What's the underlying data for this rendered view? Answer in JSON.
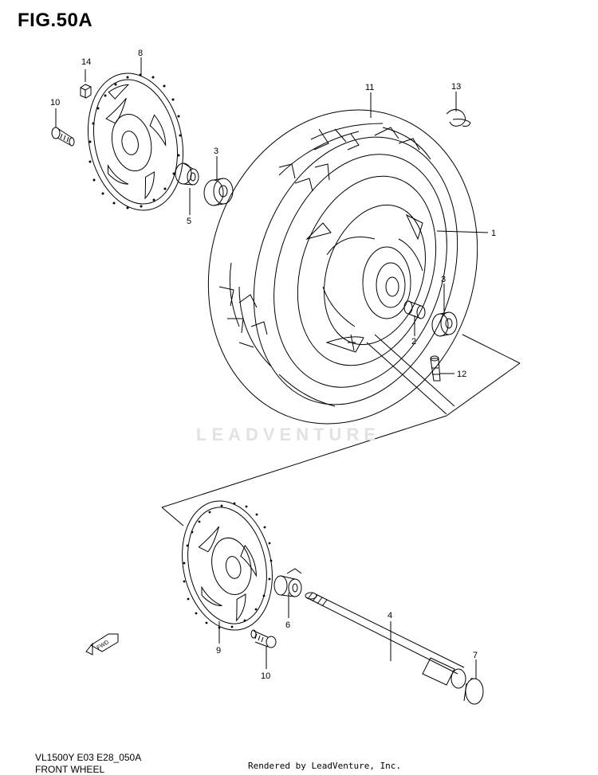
{
  "figure": {
    "title": "FIG.50A"
  },
  "watermark": "LEADVENTURE",
  "footer": {
    "model_code": "VL1500Y E03 E28_050A",
    "section_name": "FRONT WHEEL",
    "rendered_by": "Rendered by LeadVenture, Inc."
  },
  "fwd_label": "FWD",
  "callouts": {
    "c14": "14",
    "c8": "8",
    "c10a": "10",
    "c3a": "3",
    "c5": "5",
    "c11": "11",
    "c13": "13",
    "c1": "1",
    "c3b": "3",
    "c2": "2",
    "c12": "12",
    "c4": "4",
    "c6": "6",
    "c9": "9",
    "c10b": "10",
    "c7": "7"
  }
}
